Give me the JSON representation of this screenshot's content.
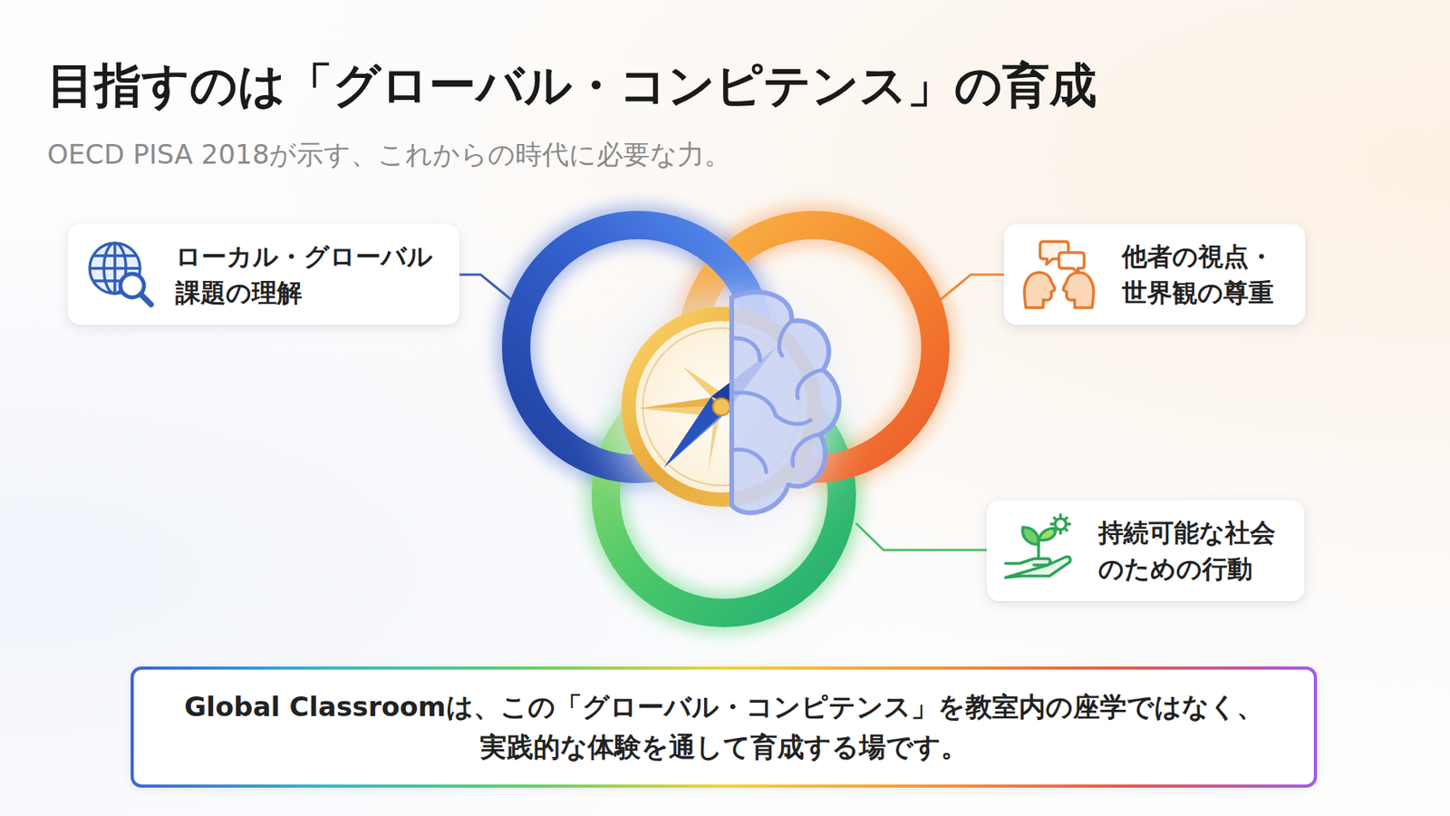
{
  "diagram": {
    "title": "目指すのは「グローバル・コンピテンス」の育成",
    "nodes": [
      {
        "text": [
          "ローカル・グローバル 課題の理解"
        ]
      },
      {
        "text": [
          "他者の視点・ 世界観の尊重"
        ]
      },
      {
        "text": [
          "持続可能な社会 のための行動"
        ]
      },
      {
        "text": [
          "Global Classroomは、この「グローバル・コンピテンス」を教室内の座学ではなく、 実践的な体験を通して育成する場です。"
        ]
      }
    ],
    "labels": [
      "OECD PISA 2018が示す、これからの時代に必要な力。"
    ]
  }
}
